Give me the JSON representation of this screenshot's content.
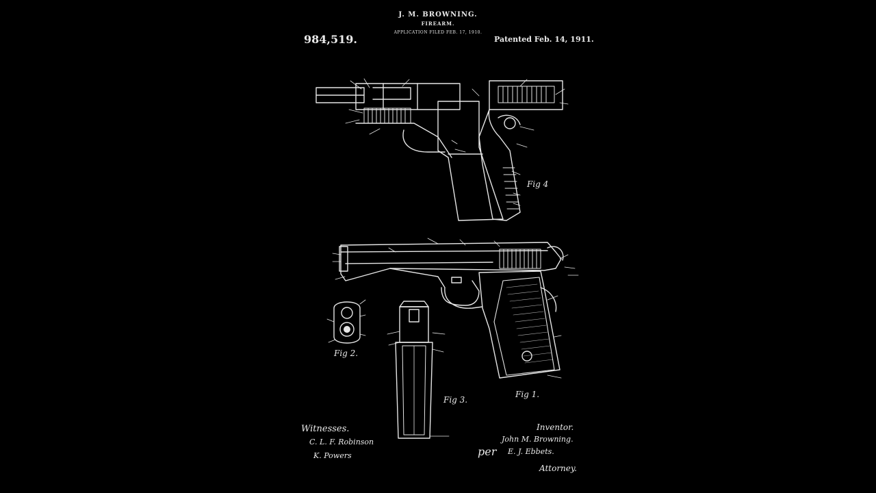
{
  "header": {
    "inventor_name": "J. M. BROWNING.",
    "subject": "FIREARM.",
    "filed": "APPLICATION FILED FEB. 17, 1910.",
    "patent_number": "984,519.",
    "patented": "Patented Feb. 14, 1911."
  },
  "figures": {
    "fig1": "Fig 1.",
    "fig2": "Fig 2.",
    "fig3": "Fig 3.",
    "fig4": "Fig 4"
  },
  "signatures": {
    "witnesses_label": "Witnesses.",
    "witness1": "C. L. F. Robinson",
    "witness2": "K. Powers",
    "inventor_label": "Inventor.",
    "inventor_sig": "John M. Browning.",
    "per": "per",
    "attorney_sig": "E. J. Ebbets.",
    "attorney_label": "Attorney."
  },
  "colors": {
    "background": "#000000",
    "ink": "#eaeaea"
  }
}
